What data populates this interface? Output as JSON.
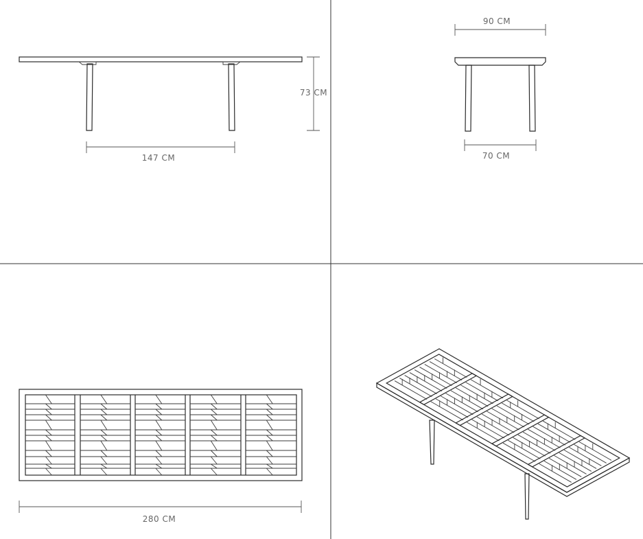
{
  "side_view": {
    "height_label": "73 CM",
    "leg_span_label": "147 CM"
  },
  "end_view": {
    "width_label": "90 CM",
    "leg_span_label": "70 CM"
  },
  "plan_view": {
    "length_label": "280 CM"
  },
  "colors": {
    "line": "#2a2a2a",
    "dimension_text": "#666666",
    "divider": "#333333"
  }
}
